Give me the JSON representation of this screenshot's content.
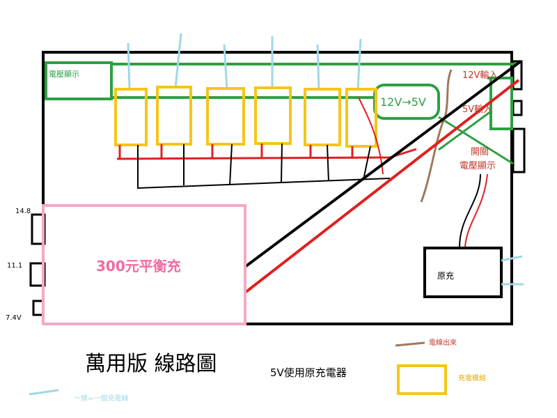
{
  "colors": {
    "frame": "#000000",
    "green": "#2ea043",
    "yellow": "#f5c518",
    "red": "#e02020",
    "black_wire": "#000000",
    "cyan": "#9fd8e6",
    "pink": "#f4a8c8",
    "pink_text": "#f06aa0",
    "brown": "#a0785a",
    "red_text": "#c0392b",
    "green_text": "#2ea043",
    "cyan_text": "#9fd8e6",
    "yellow_text": "#c9a400"
  },
  "labels": {
    "voltage_display": "電壓顯示",
    "converter": "12V→5V",
    "input_12v": "12V輸入",
    "input_5v": "5V輸入",
    "switch_display": "開關\n電壓顯示",
    "balance_charger": "300元平衡充",
    "original_charger": "原充",
    "port_148": "14.8",
    "port_111": "11.1",
    "port_74": "7.4V",
    "title": "萬用版 線路圖",
    "note_5v": "5V使用原充電器",
    "legend_wire": "電線出來",
    "legend_module": "充電模組",
    "legend_cyan": "一條=一個充電線"
  },
  "icons": {
    "module": "charging-module-rect",
    "cable": "charging-cable-line"
  }
}
